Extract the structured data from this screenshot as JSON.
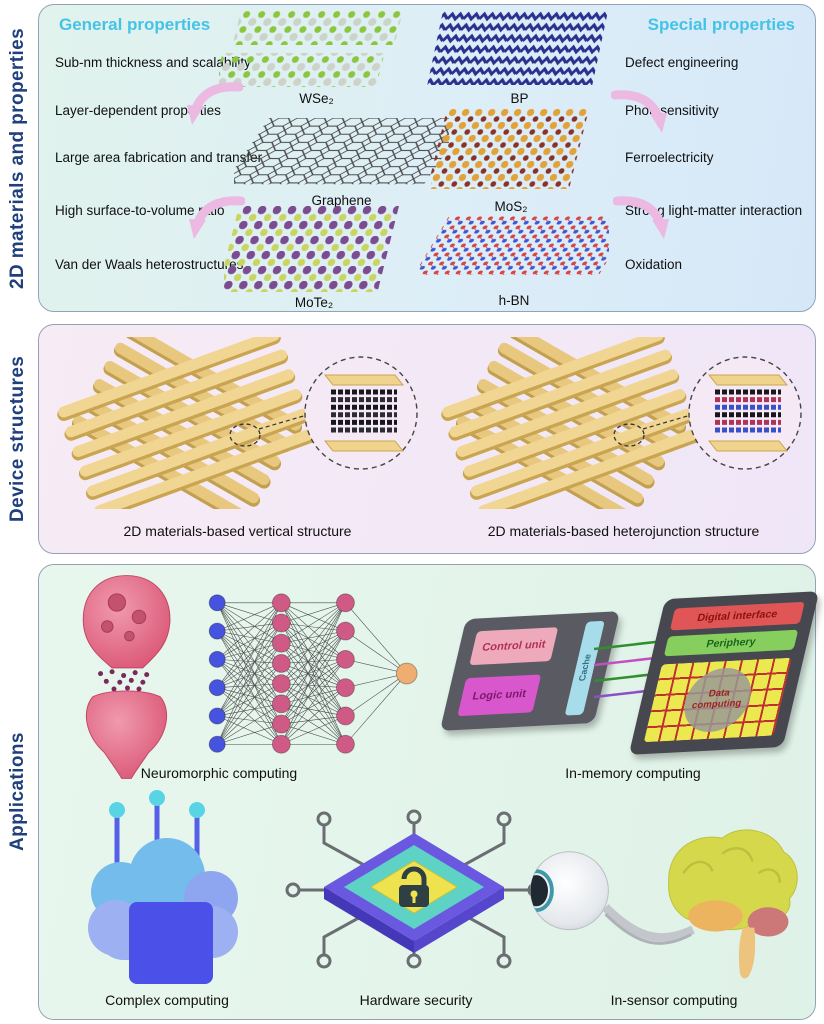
{
  "colors": {
    "accent_cyan": "#45c3e6",
    "side_label_navy": "#20407c",
    "arrow_pink": "#ecb9e2",
    "panel_materials_bg": "#e1f3ec",
    "panel_devices_bg": "#f6eaf5",
    "panel_applications_bg": "#e8f7ee",
    "crossbar_gold": "#f1d693"
  },
  "materials_panel": {
    "side_label": "2D materials and properties",
    "general_title": "General properties",
    "special_title": "Special properties",
    "general_items": [
      "Sub-nm thickness and scalability",
      "Layer-dependent properties",
      "Large area fabrication and transfer",
      "High surface-to-volume ratio",
      "Van der Waals heterostructures"
    ],
    "special_items": [
      "Defect engineering",
      "Photosensitivity",
      "Ferroelectricity",
      "Strong light-matter interaction",
      "Oxidation"
    ],
    "labels": {
      "wse2": "WSe₂",
      "bp": "BP",
      "graphene": "Graphene",
      "mos2": "MoS₂",
      "mote2": "MoTe₂",
      "hbn": "h-BN"
    }
  },
  "devices_panel": {
    "side_label": "Device structures",
    "caption_vertical": "2D materials-based vertical structure",
    "caption_heterojunction": "2D materials-based heterojunction structure"
  },
  "applications_panel": {
    "side_label": "Applications",
    "captions": {
      "neuromorphic": "Neuromorphic computing",
      "in_memory": "In-memory computing",
      "complex": "Complex computing",
      "hardware": "Hardware security",
      "in_sensor": "In-sensor computing"
    },
    "in_memory_chip": {
      "control_unit": "Control unit",
      "logic_unit": "Logic unit",
      "cache": "Cache",
      "digital_interface": "Digital interface",
      "periphery": "Periphery",
      "data_computing": "Data computing"
    }
  }
}
